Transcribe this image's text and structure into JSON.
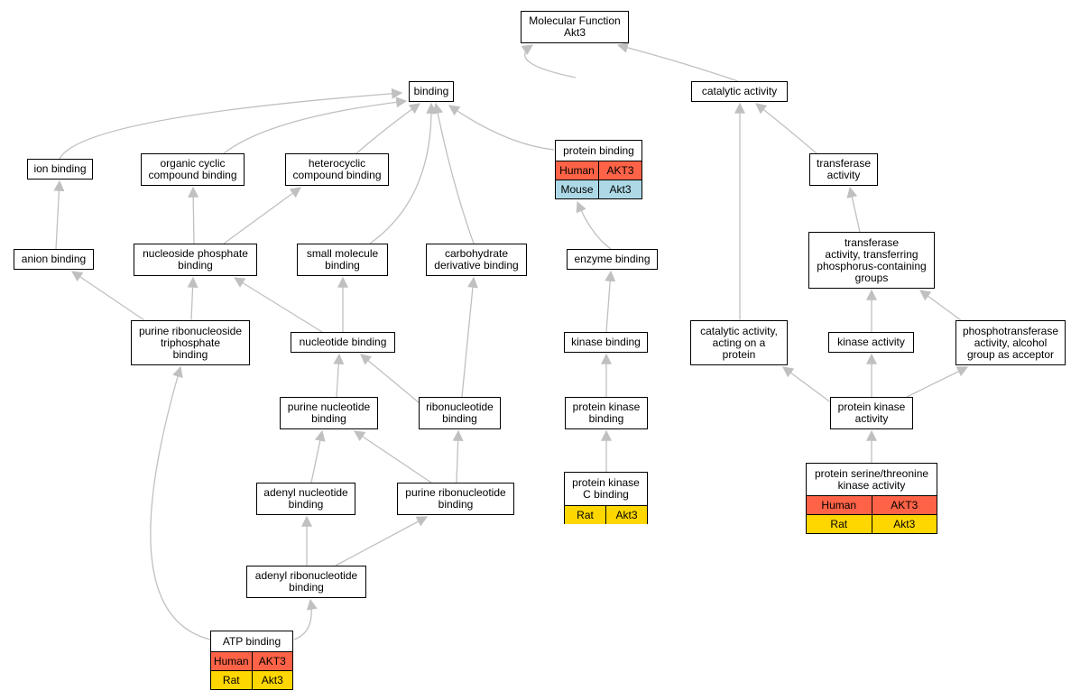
{
  "colors": {
    "edge": "#c0c0c0",
    "human": "#ff6347",
    "mouse": "#add8e6",
    "rat": "#ffd700"
  },
  "nodes": {
    "mf": "Molecular Function\nAkt3",
    "binding": "binding",
    "catalytic": "catalytic activity",
    "ion_binding": "ion binding",
    "organic_cyclic": "organic cyclic\ncompound binding",
    "heterocyclic": "heterocyclic\ncompound binding",
    "protein_binding": "protein binding",
    "transferase": "transferase\nactivity",
    "anion": "anion binding",
    "nucleoside_phosphate": "nucleoside phosphate\nbinding",
    "small_molecule": "small molecule\nbinding",
    "carbohydrate": "carbohydrate\nderivative binding",
    "enzyme": "enzyme binding",
    "transferase_p": "transferase\nactivity, transferring\nphosphorus-containing\ngroups",
    "purine_rnstp": "purine ribonucleoside\ntriphosphate\nbinding",
    "nucleotide": "nucleotide binding",
    "kinase_binding": "kinase binding",
    "catalytic_protein": "catalytic activity,\nacting on a\nprotein",
    "kinase_activity": "kinase activity",
    "phosphotransferase": "phosphotransferase\nactivity, alcohol\ngroup as acceptor",
    "purine_nucleotide": "purine nucleotide\nbinding",
    "ribonucleotide": "ribonucleotide\nbinding",
    "protein_kinase_binding": "protein kinase\nbinding",
    "protein_kinase_activity": "protein kinase\nactivity",
    "adenyl_nucleotide": "adenyl nucleotide\nbinding",
    "purine_ribonucleotide": "purine ribonucleotide\nbinding",
    "pkc_binding": "protein kinase\nC binding",
    "ser_thr": "protein serine/threonine\nkinase activity",
    "adenyl_ribonucleotide": "adenyl ribonucleotide\nbinding",
    "atp": "ATP binding"
  },
  "tables": {
    "protein_binding": [
      [
        "Human",
        "AKT3"
      ],
      [
        "Mouse",
        "Akt3"
      ]
    ],
    "pkc_binding": [
      [
        "Rat",
        "Akt3"
      ]
    ],
    "ser_thr": [
      [
        "Human",
        "AKT3"
      ],
      [
        "Rat",
        "Akt3"
      ]
    ],
    "atp": [
      [
        "Human",
        "AKT3"
      ],
      [
        "Rat",
        "Akt3"
      ]
    ]
  },
  "edges": [
    [
      "binding",
      "mf"
    ],
    [
      "catalytic",
      "mf"
    ],
    [
      "ion_binding",
      "binding"
    ],
    [
      "organic_cyclic",
      "binding"
    ],
    [
      "heterocyclic",
      "binding"
    ],
    [
      "protein_binding",
      "binding"
    ],
    [
      "small_molecule",
      "binding"
    ],
    [
      "carbohydrate",
      "binding"
    ],
    [
      "transferase",
      "catalytic"
    ],
    [
      "catalytic_protein",
      "catalytic"
    ],
    [
      "anion",
      "ion_binding"
    ],
    [
      "nucleoside_phosphate",
      "organic_cyclic"
    ],
    [
      "nucleoside_phosphate",
      "heterocyclic"
    ],
    [
      "enzyme",
      "protein_binding"
    ],
    [
      "transferase_p",
      "transferase"
    ],
    [
      "purine_rnstp",
      "anion"
    ],
    [
      "purine_rnstp",
      "nucleoside_phosphate"
    ],
    [
      "nucleotide",
      "nucleoside_phosphate"
    ],
    [
      "nucleotide",
      "small_molecule"
    ],
    [
      "ribonucleotide",
      "carbohydrate"
    ],
    [
      "ribonucleotide",
      "nucleotide"
    ],
    [
      "purine_nucleotide",
      "nucleotide"
    ],
    [
      "kinase_binding",
      "enzyme"
    ],
    [
      "kinase_activity",
      "transferase_p"
    ],
    [
      "phosphotransferase",
      "transferase_p"
    ],
    [
      "protein_kinase_binding",
      "kinase_binding"
    ],
    [
      "pkc_binding",
      "protein_kinase_binding"
    ],
    [
      "protein_kinase_activity",
      "catalytic_protein"
    ],
    [
      "protein_kinase_activity",
      "kinase_activity"
    ],
    [
      "protein_kinase_activity",
      "phosphotransferase"
    ],
    [
      "ser_thr",
      "protein_kinase_activity"
    ],
    [
      "adenyl_nucleotide",
      "purine_nucleotide"
    ],
    [
      "purine_ribonucleotide",
      "purine_nucleotide"
    ],
    [
      "purine_ribonucleotide",
      "ribonucleotide"
    ],
    [
      "adenyl_ribonucleotide",
      "adenyl_nucleotide"
    ],
    [
      "adenyl_ribonucleotide",
      "purine_ribonucleotide"
    ],
    [
      "atp",
      "adenyl_ribonucleotide"
    ],
    [
      "atp",
      "purine_rnstp"
    ]
  ]
}
